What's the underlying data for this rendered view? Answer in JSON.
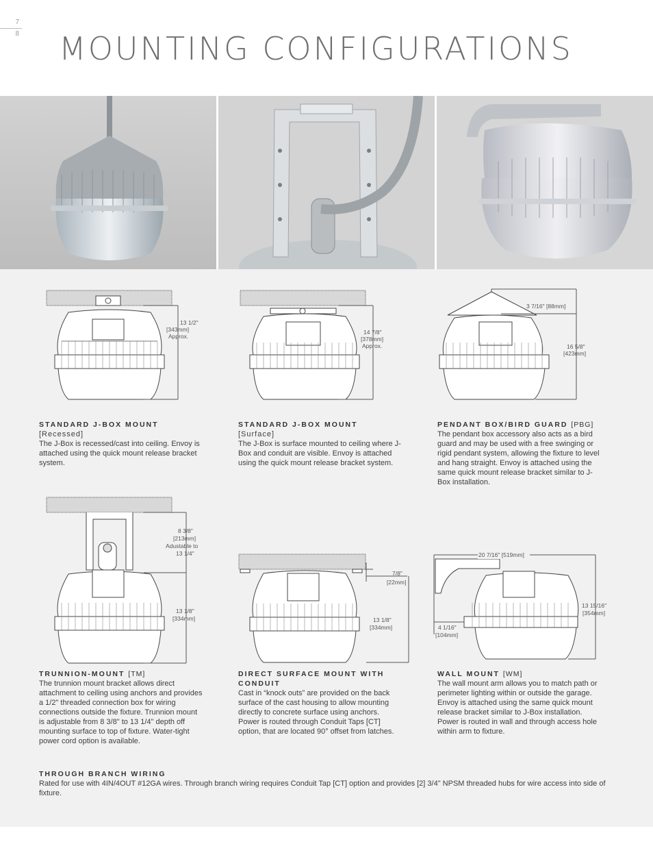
{
  "page_numbers": {
    "current": "7",
    "next": "8"
  },
  "title": "MOUNTING CONFIGURATIONS",
  "photos": [
    {
      "name": "pendant-fixture-photo"
    },
    {
      "name": "trunnion-bracket-photo"
    },
    {
      "name": "wall-mount-photo"
    }
  ],
  "drawings": {
    "jbox_recessed": {
      "line1": "13 1/2\"",
      "line2": "[343mm]",
      "line3": "Approx."
    },
    "jbox_surface": {
      "line1": "14 7/8\"",
      "line2": "[378mm]",
      "line3": "Approx."
    },
    "pendant": {
      "top": "3 7/16\" [88mm]",
      "line1": "16 5/8\"",
      "line2": "[423mm]"
    },
    "trunnion": {
      "a1": "8 3/8\"",
      "a2": "[213mm]",
      "a3": "Adustable to",
      "a4": "13 1/4\"",
      "b1": "13 1/8\"",
      "b2": "[334mm]"
    },
    "direct": {
      "a1": "7/8\"",
      "a2": "[22mm]",
      "b1": "13 1/8\"",
      "b2": "[334mm]"
    },
    "wall": {
      "top": "20 7/16\" [519mm]",
      "a1": "13 15/16\"",
      "a2": "[354mm]",
      "b1": "4 1/16\"",
      "b2": "[104mm]"
    }
  },
  "captions": {
    "jbox_recessed": {
      "heading": "STANDARD J-BOX MOUNT",
      "sub": "[Recessed]",
      "body": "The J-Box is recessed/cast into ceiling. Envoy is attached using the quick mount release bracket system."
    },
    "jbox_surface": {
      "heading": "STANDARD J-BOX MOUNT",
      "sub": "[Surface]",
      "body": "The J-Box is surface mounted to ceiling where J-Box and conduit are visible. Envoy is attached using the quick mount release bracket system."
    },
    "pendant": {
      "heading": "PENDANT BOX/BIRD GUARD",
      "code": "[PBG]",
      "body": "The pendant box accessory also acts as a bird guard and may be used with a free swinging or rigid pendant system, allowing the fixture to level and hang straight. Envoy is attached using the same quick mount release bracket similar to J-Box installation."
    },
    "trunnion": {
      "heading": "TRUNNION-MOUNT",
      "code": "[TM]",
      "body": "The trunnion mount bracket allows direct attachment to ceiling using anchors and provides a 1/2\" threaded connection box for wiring connections outside the fixture. Trunnion mount is adjustable from 8 3/8\" to 13 1/4\" depth off mounting surface to top of fixture. Water-tight power cord option is available."
    },
    "direct": {
      "heading": "DIRECT SURFACE MOUNT WITH",
      "heading2": "CONDUIT",
      "body": "Cast in “knock outs” are provided on the back surface of the cast housing to allow mounting directly to concrete surface using anchors. Power is routed through Conduit Taps [CT] option, that are located 90° offset from latches."
    },
    "wall": {
      "heading": "WALL MOUNT",
      "code": "[WM]",
      "body": "The wall mount arm allows you to match path or perimeter lighting within or outside the garage. Envoy is attached using the same quick mount release bracket similar to J-Box installation. Power is routed in wall and through access hole within arm to fixture."
    }
  },
  "branch": {
    "heading": "THROUGH BRANCH WIRING",
    "body": "Rated for use with 4IN/4OUT #12GA wires. Through branch wiring requires Conduit Tap [CT] option and provides [2] 3/4\" NPSM threaded hubs for wire access into side of fixture."
  }
}
